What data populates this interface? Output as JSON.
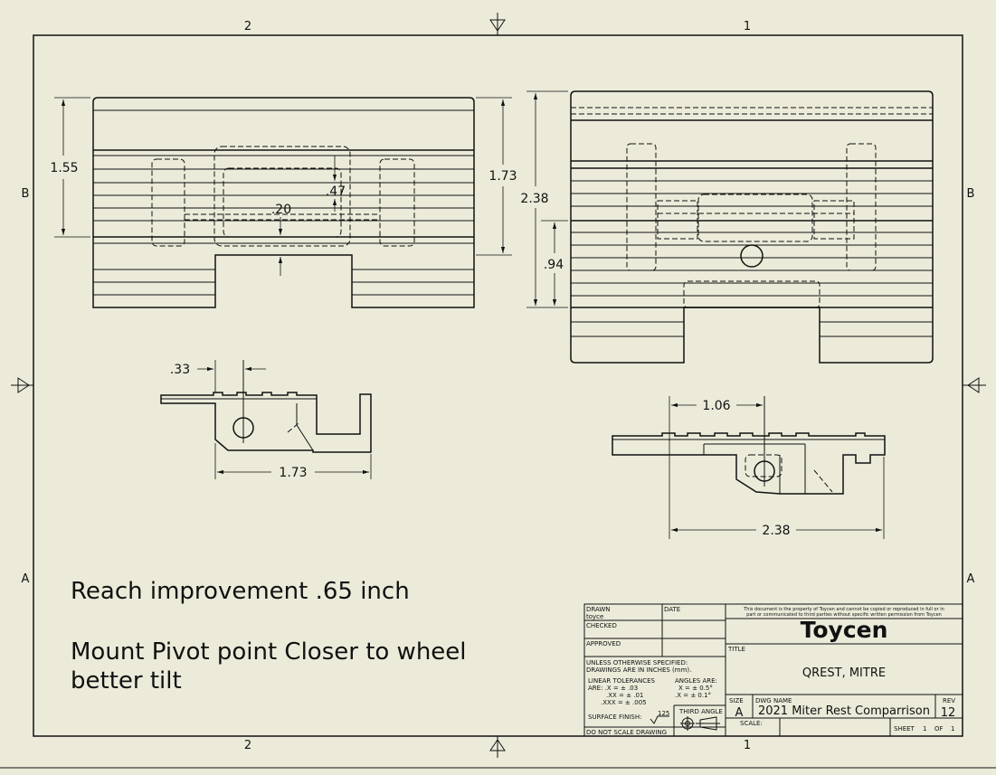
{
  "border": {
    "zone_top_left": "2",
    "zone_top_right": "1",
    "zone_bottom_left": "2",
    "zone_bottom_right": "1",
    "zone_left_upper": "B",
    "zone_right_upper": "B",
    "zone_left_lower": "A",
    "zone_right_lower": "A"
  },
  "dimensions": {
    "left_front_height": "1.55",
    "left_front_inner": ".47",
    "left_front_slot": ".20",
    "left_front_total": "1.73",
    "right_front_total": "2.38",
    "right_front_lower": ".94",
    "left_side_offset": ".33",
    "left_side_width": "1.73",
    "right_side_offset": "1.06",
    "right_side_width": "2.38"
  },
  "notes": {
    "reach": "Reach improvement .65 inch",
    "pivot": "Mount Pivot point Closer to wheel\nbetter tilt"
  },
  "title_block": {
    "drawn_label": "DRAWN",
    "drawn_by": "toyce",
    "date_label": "DATE",
    "checked_label": "CHECKED",
    "approved_label": "APPROVED",
    "unless_line1": "UNLESS OTHERWISE SPECIFIED:",
    "unless_line2": "DRAWINGS ARE IN INCHES (mm).",
    "linear_label": "LINEAR TOLERANCES",
    "linear_1": "ARE:  .X = ± .03",
    "linear_2": ".XX = ± .01",
    "linear_3": ".XXX = ± .005",
    "angles_label": "ANGLES ARE:",
    "angles_1": "X = ± 0.5°",
    "angles_2": ".X = ± 0.1°",
    "surface_finish": "SURFACE FINISH:",
    "surface_value": "125",
    "third_angle": "THIRD ANGLE",
    "no_scale": "DO NOT SCALE DRAWING",
    "proprietary_1": "This document is the property of Toycen and cannot be copied or reproduced in full or in",
    "proprietary_2": "part or communicated to third parties without specific written permission from Toycen",
    "company": "Toycen",
    "title_label": "TITLE",
    "title": "QREST, MITRE",
    "size_label": "SIZE",
    "size": "A",
    "dwg_label": "DWG NAME",
    "dwg_name": "2021 Miter Rest Comparrison",
    "rev_label": "REV",
    "rev": "12",
    "scale_label": "SCALE:",
    "sheet_label": "SHEET",
    "sheet": "1",
    "of_label": "OF",
    "of": "1"
  }
}
